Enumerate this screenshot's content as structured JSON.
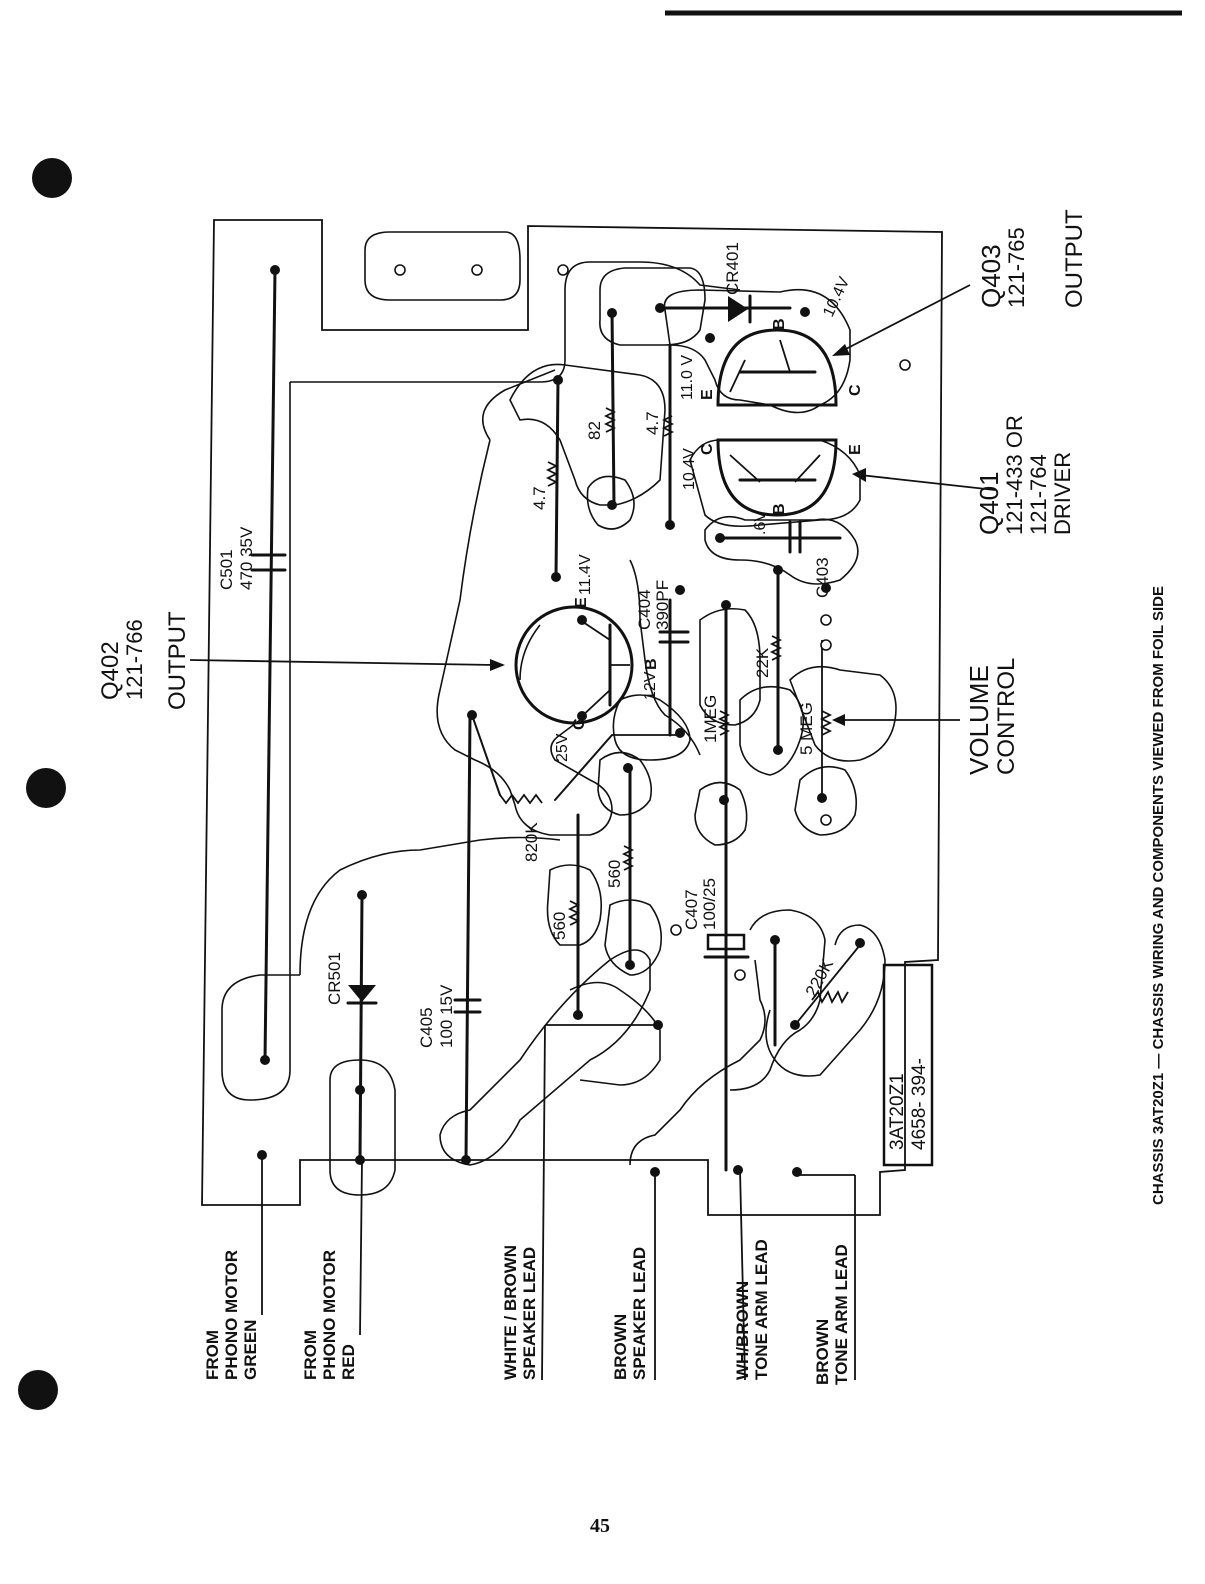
{
  "caption": "CHASSIS 3AT20Z1 — CHASSIS WIRING AND COMPONENTS VIEWED FROM FOIL SIDE",
  "page_number": "45",
  "transistors": {
    "q402": {
      "id": "Q402",
      "part": "121-766",
      "role": "OUTPUT"
    },
    "q403": {
      "id": "Q403",
      "part": "121-765",
      "role": "OUTPUT"
    },
    "q401": {
      "id": "Q401",
      "part1": "121-433 OR",
      "part2": "121-764",
      "role": "DRIVER"
    }
  },
  "volume_control": {
    "line1": "VOLUME",
    "line2": "CONTROL"
  },
  "components": {
    "c501": {
      "ref": "C501",
      "value": "470 35V"
    },
    "c405": {
      "ref": "C405",
      "value": "100 15V"
    },
    "c407": {
      "ref": "C407",
      "value": "100/25"
    },
    "c404": {
      "ref": "C404",
      "value": "390PF"
    },
    "c403": {
      "ref": "C403"
    },
    "cr501": {
      "ref": "CR501"
    },
    "cr401": {
      "ref": "CR401"
    },
    "r_4_7a": "4.7",
    "r_4_7b": "4.7",
    "r_82": "82",
    "r_820k": "820K",
    "r_560a": "560",
    "r_560b": "560",
    "r_22k": "22K",
    "r_1meg": "1MEG",
    "r_5meg": "5 MEG",
    "r_220k": "220K"
  },
  "voltages": {
    "v11_4": "11.4V",
    "v10_4a": "10.4V",
    "v10_4b": "10.4V",
    "v11_0": "11.0 V",
    "v12": "12V",
    "v25": "25V",
    "v_6": ".6V"
  },
  "pins": {
    "e": "E",
    "b": "B",
    "c": "C"
  },
  "board_id": {
    "line1": "3AT20Z1",
    "line2": "4658-   394-"
  },
  "leads": {
    "phono_green": [
      "FROM",
      "PHONO MOTOR",
      "GREEN"
    ],
    "phono_red": [
      "FROM",
      "PHONO MOTOR",
      "RED"
    ],
    "white_brown_speaker": [
      "WHITE / BROWN",
      "SPEAKER LEAD"
    ],
    "brown_speaker": [
      "BROWN",
      "SPEAKER LEAD"
    ],
    "wh_brown_tone": [
      "WH/BROWN",
      "TONE ARM LEAD"
    ],
    "brown_tone": [
      "BROWN",
      "TONE ARM LEAD"
    ]
  }
}
